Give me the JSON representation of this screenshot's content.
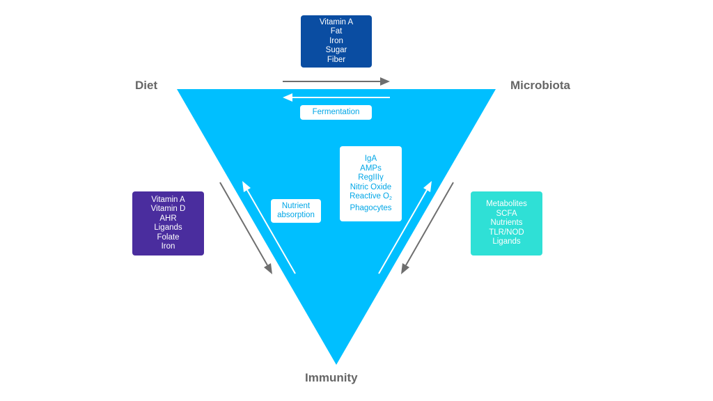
{
  "nodes": {
    "diet": "Diet",
    "microbiota": "Microbiota",
    "immunity": "Immunity"
  },
  "boxes": {
    "diet_to_microbiota": [
      "Vitamin A",
      "Fat",
      "Iron",
      "Sugar",
      "Fiber"
    ],
    "fermentation": [
      "Fermentation"
    ],
    "diet_immunity": [
      "Vitamin A",
      "Vitamin D",
      "AHR",
      "Ligands",
      "Folate",
      "Iron"
    ],
    "nutrient_absorption": [
      "Nutrient",
      "absorption"
    ],
    "immune_effectors": [
      "IgA",
      "AMPs",
      "RegIIIγ",
      "Nitric Oxide",
      "Reactive O",
      "Phagocytes"
    ],
    "immune_effectors_subscript": "2",
    "microbiota_immunity": [
      "Metabolites",
      "SCFA",
      "Nutrients",
      "TLR/NOD",
      "Ligands"
    ]
  },
  "colors": {
    "triangle": "#00BFFF",
    "label_gray": "#666666",
    "arrow_gray": "#6E6E6E",
    "arrow_white": "#FFFFFF",
    "box_diet_microbiota": "#0A4DA2",
    "box_diet_immunity": "#4A2D9E",
    "box_microbiota_immunity": "#2FE0D6",
    "box_white_text": "#00A6E6"
  }
}
